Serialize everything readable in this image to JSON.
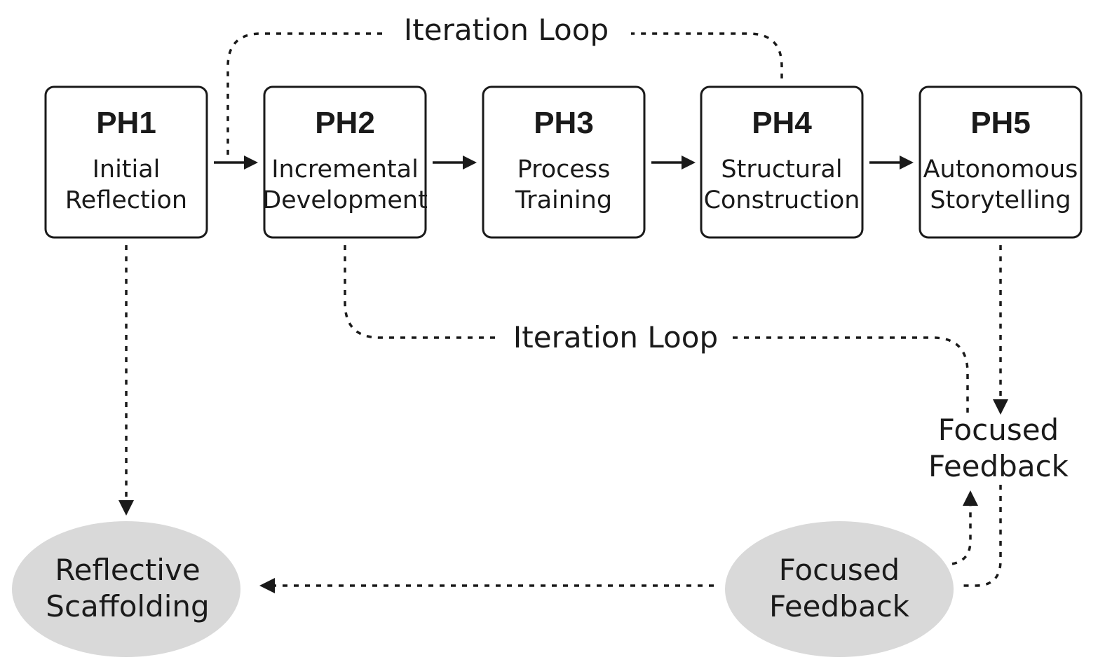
{
  "phases": [
    {
      "title": "PH1",
      "line1": "Initial",
      "line2": "Reflection"
    },
    {
      "title": "PH2",
      "line1": "Incremental",
      "line2": "Development"
    },
    {
      "title": "PH3",
      "line1": "Process",
      "line2": "Training"
    },
    {
      "title": "PH4",
      "line1": "Structural",
      "line2": "Construction"
    },
    {
      "title": "PH5",
      "line1": "Autonomous",
      "line2": "Storytelling"
    }
  ],
  "loops": {
    "top_label": "Iteration Loop",
    "middle_label": "Iteration Loop"
  },
  "focused_feedback_label": {
    "line1": "Focused",
    "line2": "Feedback"
  },
  "ovals": {
    "reflective": {
      "line1": "Reflective",
      "line2": "Scaffolding"
    },
    "feedback": {
      "line1": "Focused",
      "line2": "Feedback"
    }
  },
  "colors": {
    "stroke": "#1a1a1a",
    "oval_fill": "#d9d9d9",
    "background": "#ffffff"
  }
}
